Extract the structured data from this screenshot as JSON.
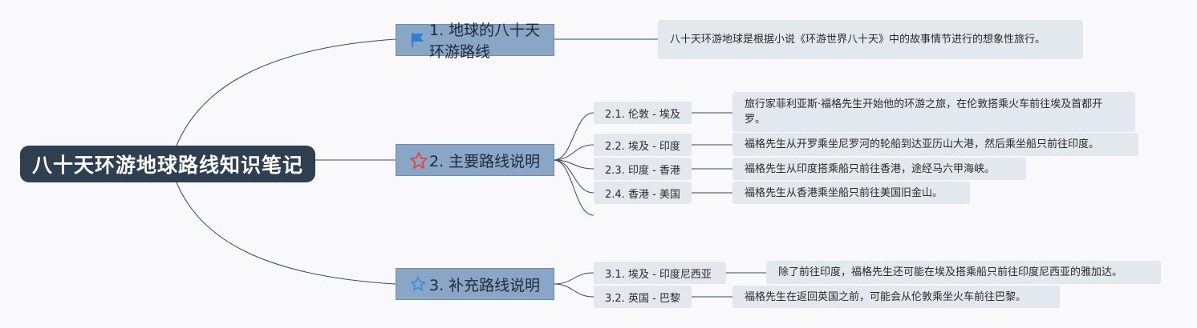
{
  "root": {
    "title": "八十天环游地球路线知识笔记"
  },
  "topics": [
    {
      "icon": "flag-icon",
      "label": "1. 地球的八十天环游路线",
      "note": "八十天环游地球是根据小说《环游世界八十天》中的故事情节进行的想象性旅行。"
    },
    {
      "icon": "star-outline-red-icon",
      "label": "2. 主要路线说明",
      "children": [
        {
          "label": "2.1. 伦敦 - 埃及",
          "note": "旅行家菲利亚斯·福格先生开始他的环游之旅，在伦敦搭乘火车前往埃及首都开罗。"
        },
        {
          "label": "2.2. 埃及 - 印度",
          "note": "福格先生从开罗乘坐尼罗河的轮船到达亚历山大港，然后乘坐船只前往印度。"
        },
        {
          "label": "2.3. 印度 - 香港",
          "note": "福格先生从印度搭乘船只前往香港，途经马六甲海峡。"
        },
        {
          "label": "2.4. 香港 - 美国",
          "note": "福格先生从香港乘坐船只前往美国旧金山。"
        }
      ]
    },
    {
      "icon": "star-outline-blue-icon",
      "label": "3. 补充路线说明",
      "children": [
        {
          "label": "3.1. 埃及 - 印度尼西亚",
          "note": "除了前往印度，福格先生还可能在埃及搭乘船只前往印度尼西亚的雅加达。"
        },
        {
          "label": "3.2. 英国 - 巴黎",
          "note": "福格先生在返回英国之前，可能会从伦敦乘坐火车前往巴黎。"
        }
      ]
    }
  ],
  "colors": {
    "root_bg": "#2f3f52",
    "topic_bg": "#8aa6c6",
    "leaf_bg": "#e3e7ee",
    "line": "#3c4660",
    "flag": "#2d7fd3",
    "star_red": "#e0443c",
    "star_blue": "#3a8fd8"
  }
}
